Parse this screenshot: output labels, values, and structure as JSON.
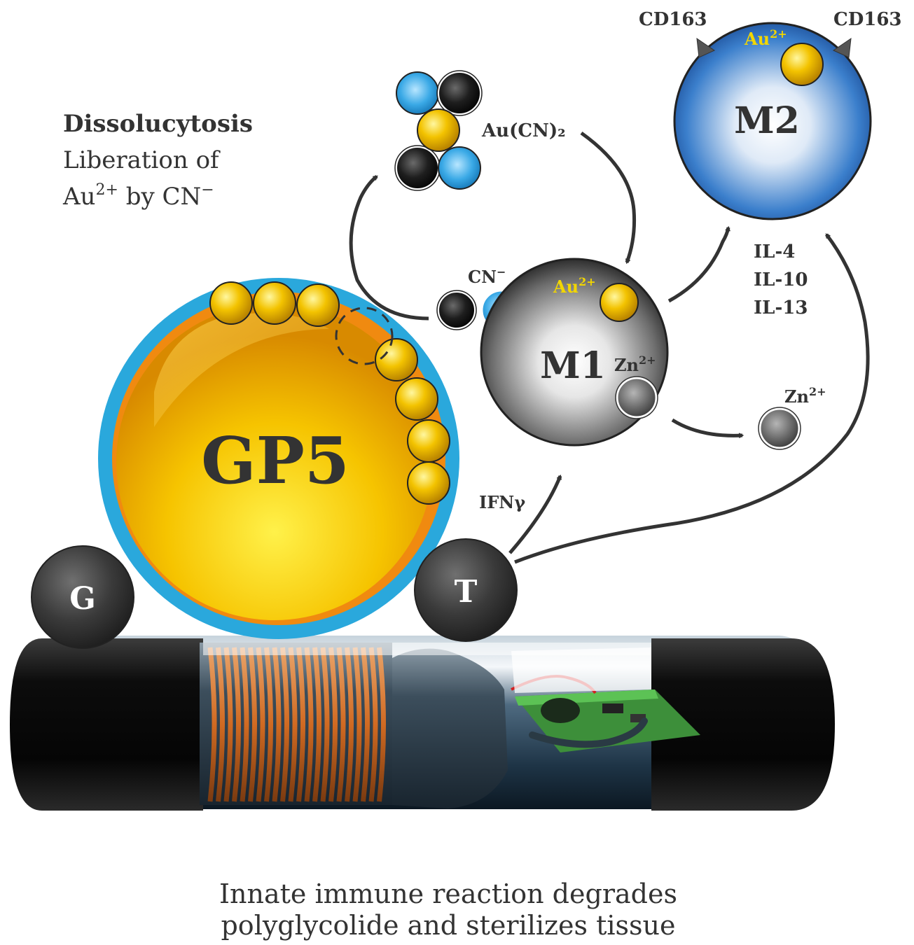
{
  "labels": {
    "cd163_left": "CD163",
    "cd163_right": "CD163",
    "m2_au": "Au",
    "m2_au_sup": "2+",
    "m2": "M2",
    "dissolucytosis": "Dissolucytosis",
    "liberation_line1": "Liberation of",
    "liberation_au": "Au",
    "liberation_sup": "2+",
    "liberation_by": " by CN",
    "liberation_minus": "−",
    "au_cn2": "Au(CN)₂",
    "il4": "IL-4",
    "il10": "IL-10",
    "il13": "IL-13",
    "cn": "CN",
    "cn_sup": "−",
    "m1_au": "Au",
    "m1_au_sup": "2+",
    "m1": "M1",
    "m1_zn": "Zn",
    "m1_zn_sup": "2+",
    "free_zn": "Zn",
    "free_zn_sup": "2+",
    "gp5": "GP5",
    "ifn": "IFNγ",
    "g": "G",
    "t": "T",
    "caption_line1": "Innate immune reaction degrades",
    "caption_line2": "polyglycolide and sterilizes tissue"
  },
  "colors": {
    "gold": "#f5c400",
    "cyan": "#2aa8dc",
    "m2_blue": "#1e5ea8",
    "m1_gray": "#3a3a3a",
    "au_label": "#f2d600",
    "text_dark": "#333333"
  }
}
